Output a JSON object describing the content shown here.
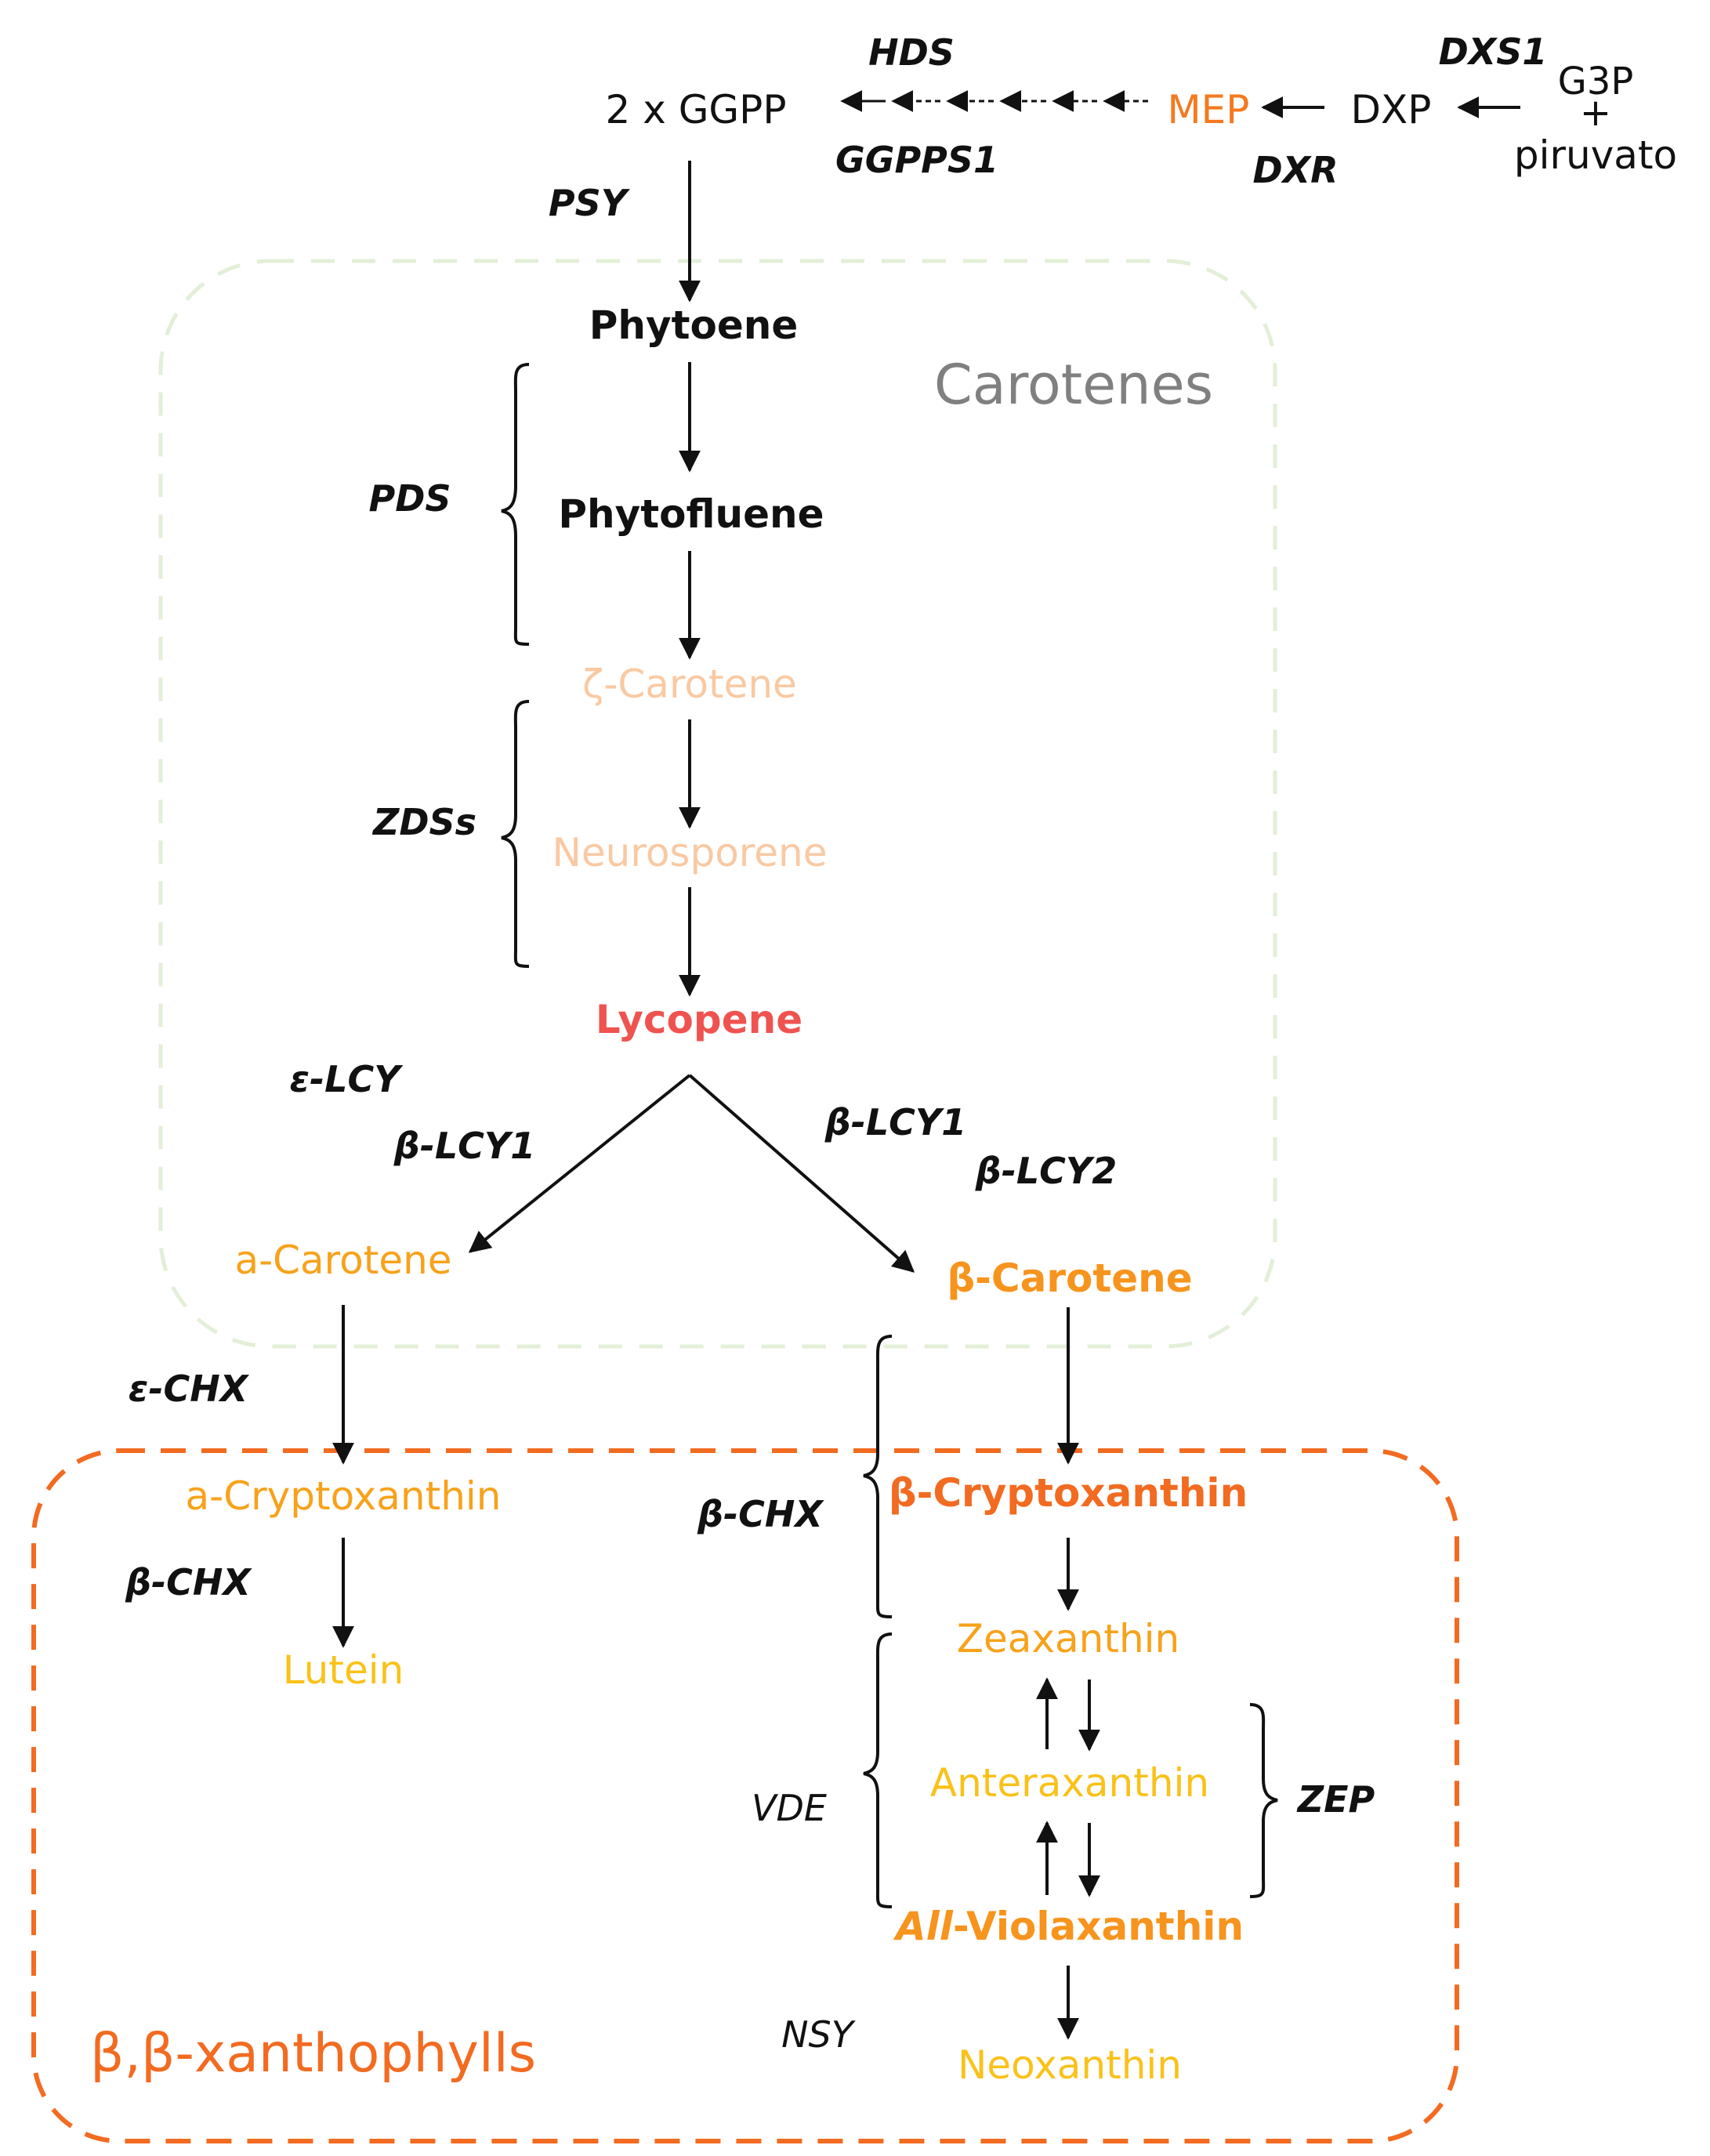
{
  "colors": {
    "black": "#111111",
    "mep_orange": "#F47920",
    "light_peach": "#F9C9A3",
    "lycopene_red": "#EF5350",
    "carotene_orange": "#F7A21B",
    "beta_carotene": "#F7941D",
    "crypto_orange": "#F26B21",
    "zeaxanthin": "#F7A21B",
    "xanthin_yellow": "#F9C21A",
    "gray_title": "#808080",
    "carotenes_box": "#E3EFD8",
    "xanthophylls_box": "#F26B21"
  },
  "top": {
    "ggpp": "2 x GGPP",
    "mep": "MEP",
    "dxp": "DXP",
    "g3p": "G3P",
    "plus": "+",
    "piruvato": "piruvato"
  },
  "enzymes": {
    "hds": "HDS",
    "ggpps1": "GGPPS1",
    "dxs1": "DXS1",
    "dxr": "DXR",
    "psy": "PSY",
    "pds": "PDS",
    "zdss": "ZDSs",
    "e_lcy": "ε-LCY",
    "b_lcy1_left": "β-LCY1",
    "b_lcy1_right": "β-LCY1",
    "b_lcy2": "β-LCY2",
    "e_chx": "ε-CHX",
    "b_chx_left": "β-CHX",
    "b_chx_right": "β-CHX",
    "vde": "VDE",
    "zep": "ZEP",
    "nsy": "NSY"
  },
  "compounds": {
    "phytoene": "Phytoene",
    "phytofluene": "Phytofluene",
    "zeta_carotene": "ζ-Carotene",
    "neurosporene": "Neurosporene",
    "lycopene": "Lycopene",
    "a_carotene": "a-Carotene",
    "b_carotene": "β-Carotene",
    "a_cryptoxanthin": "a-Cryptoxanthin",
    "lutein": "Lutein",
    "b_cryptoxanthin": "β-Cryptoxanthin",
    "zeaxanthin": "Zeaxanthin",
    "anteraxanthin": "Anteraxanthin",
    "violaxanthin_prefix": "All",
    "violaxanthin_suffix": "-Violaxanthin",
    "neoxanthin": "Neoxanthin"
  },
  "groups": {
    "carotenes": "Carotenes",
    "xanthophylls": "β,β-xanthophylls"
  }
}
